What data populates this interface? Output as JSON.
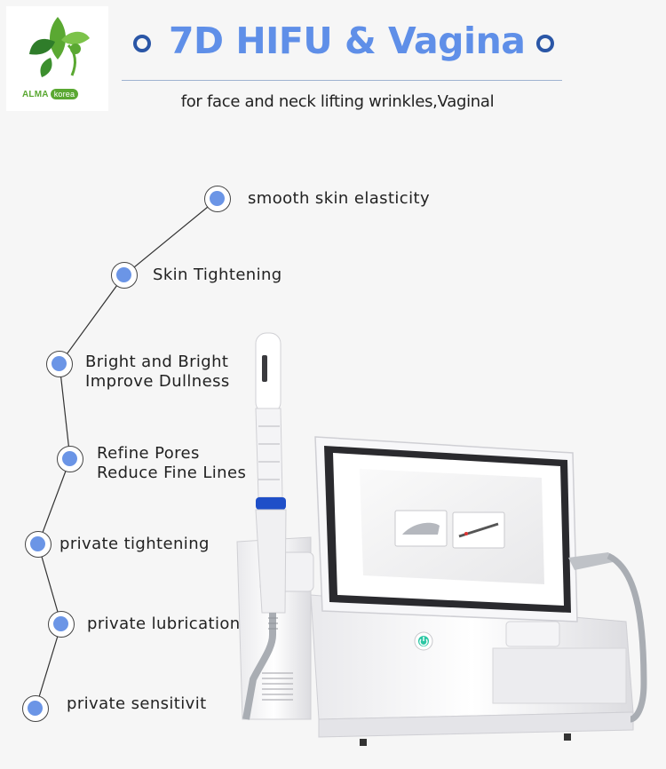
{
  "logo": {
    "brand": "ALMA",
    "pill": "korea"
  },
  "header": {
    "title": "7D HIFU & Vagina",
    "subtitle": "for face and neck lifting wrinkles,Vaginal"
  },
  "features": [
    {
      "line1": "smooth skin elasticity",
      "line2": ""
    },
    {
      "line1": "Skin Tightening",
      "line2": ""
    },
    {
      "line1": "Bright and Bright",
      "line2": "Improve Dullness"
    },
    {
      "line1": "Refine Pores",
      "line2": "Reduce Fine Lines"
    },
    {
      "line1": "private tightening",
      "line2": ""
    },
    {
      "line1": "private lubrication",
      "line2": ""
    },
    {
      "line1": "private sensitivit",
      "line2": ""
    }
  ],
  "colors": {
    "title": "#5f8fe8",
    "ring": "#2a56a6",
    "dot": "#6b95e6",
    "logo_green": "#5aa832",
    "device_teal": "#2bc7a4",
    "handpiece_band": "#1f4fc8"
  },
  "icons": [
    "leaf-logo-icon",
    "power-button-icon"
  ]
}
